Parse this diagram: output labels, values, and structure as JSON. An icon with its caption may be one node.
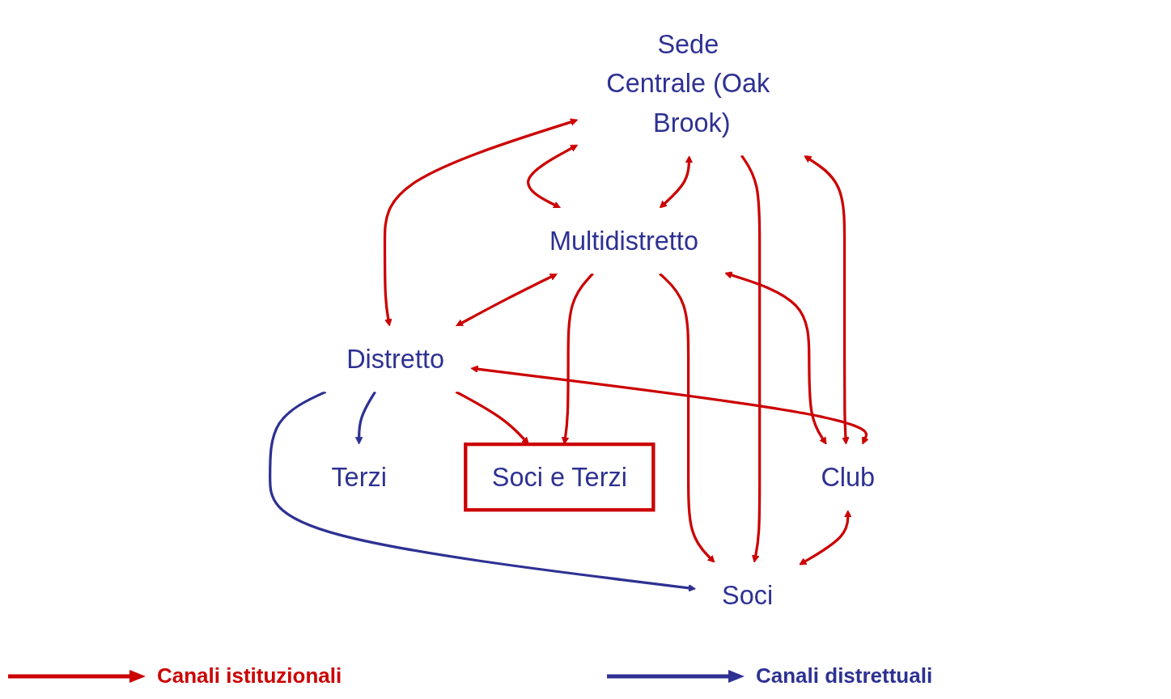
{
  "diagram": {
    "nodes": [
      {
        "text": [
          "Sede Centrale (Oak Brook)"
        ]
      },
      {
        "text": [
          "Multidistretto"
        ]
      },
      {
        "text": [
          "Distretto"
        ]
      },
      {
        "text": [
          "Club"
        ]
      },
      {
        "text": [
          "Soci"
        ]
      },
      {
        "text": [
          "Terzi"
        ]
      },
      {
        "text": [
          "Soci e Terzi"
        ]
      }
    ],
    "edges": [
      {
        "from": 0,
        "to": 1,
        "arrow": "both"
      },
      {
        "from": 1,
        "to": 2,
        "arrow": "both"
      },
      {
        "from": 2,
        "to": 3,
        "arrow": "both"
      },
      {
        "from": 3,
        "to": 4,
        "arrow": "both"
      },
      {
        "from": 0,
        "to": 1,
        "arrow": "both"
      },
      {
        "from": 0,
        "to": 2,
        "arrow": "both"
      },
      {
        "from": 0,
        "to": 3,
        "arrow": "both"
      },
      {
        "from": 0,
        "to": 4,
        "arrow": "to"
      },
      {
        "from": 1,
        "to": 4,
        "arrow": "to"
      },
      {
        "from": 1,
        "to": 3,
        "arrow": "both"
      },
      {
        "from": 1,
        "to": 6,
        "arrow": "to"
      },
      {
        "from": 2,
        "to": 6,
        "arrow": "to"
      },
      {
        "from": 2,
        "to": 5,
        "arrow": "to",
        "color": "#2e3192"
      },
      {
        "from": 2,
        "to": 4,
        "arrow": "to",
        "color": "#2e3192"
      }
    ],
    "legend": [
      {
        "text": "Canali istituzionali"
      },
      {
        "text": "Canali distrettuali"
      }
    ]
  }
}
